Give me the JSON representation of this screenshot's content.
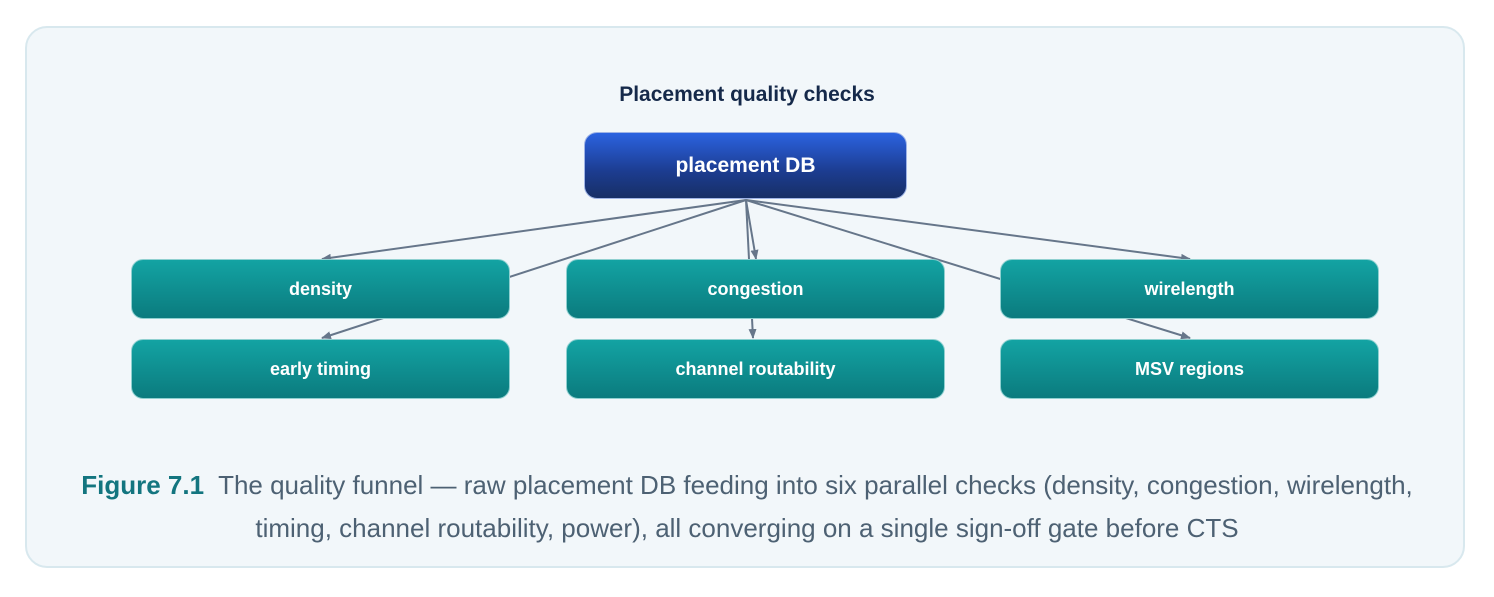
{
  "diagram": {
    "title": "Placement quality checks",
    "root": "placement DB",
    "checks": [
      "density",
      "congestion",
      "wirelength",
      "early timing",
      "channel routability",
      "MSV regions"
    ]
  },
  "caption": {
    "label": "Figure 7.1",
    "text": "The quality funnel — raw placement DB feeding into six parallel checks (density, congestion, wirelength, timing, channel routability, power), all converging on a single sign-off gate before CTS"
  },
  "colors": {
    "root_fill": "#1f4bb8",
    "check_fill": "#0f8f91",
    "edge": "#66768a",
    "caption_label": "#13757f",
    "card_background": "#f2f7fa"
  }
}
